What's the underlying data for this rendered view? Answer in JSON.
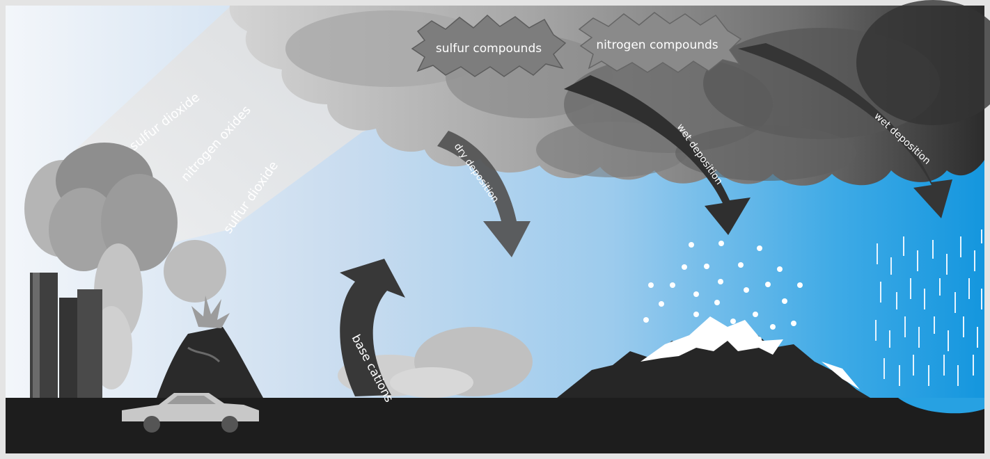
{
  "diagram": {
    "emissions": {
      "sulfur_dioxide_1": "sulfur dioxide",
      "nitrogen_oxides": "nitrogen oxides",
      "sulfur_dioxide_2": "sulfur dioxide"
    },
    "compounds": {
      "sulfur": "sulfur compounds",
      "nitrogen": "nitrogen compounds"
    },
    "deposition": {
      "dry": "dry deposition",
      "wet_1": "wet deposition",
      "wet_2": "wet deposition"
    },
    "base_cations": "base cations",
    "colors": {
      "sky_left": "#eef3f8",
      "sky_mid": "#bcd6ee",
      "sky_right": "#1f9be0",
      "ground": "#1d1d1d",
      "arrow": "#3a3a3a",
      "cloud_dark": "#5b5b5b",
      "cloud_light": "#b9b9b9",
      "snow": "#ffffff"
    }
  }
}
